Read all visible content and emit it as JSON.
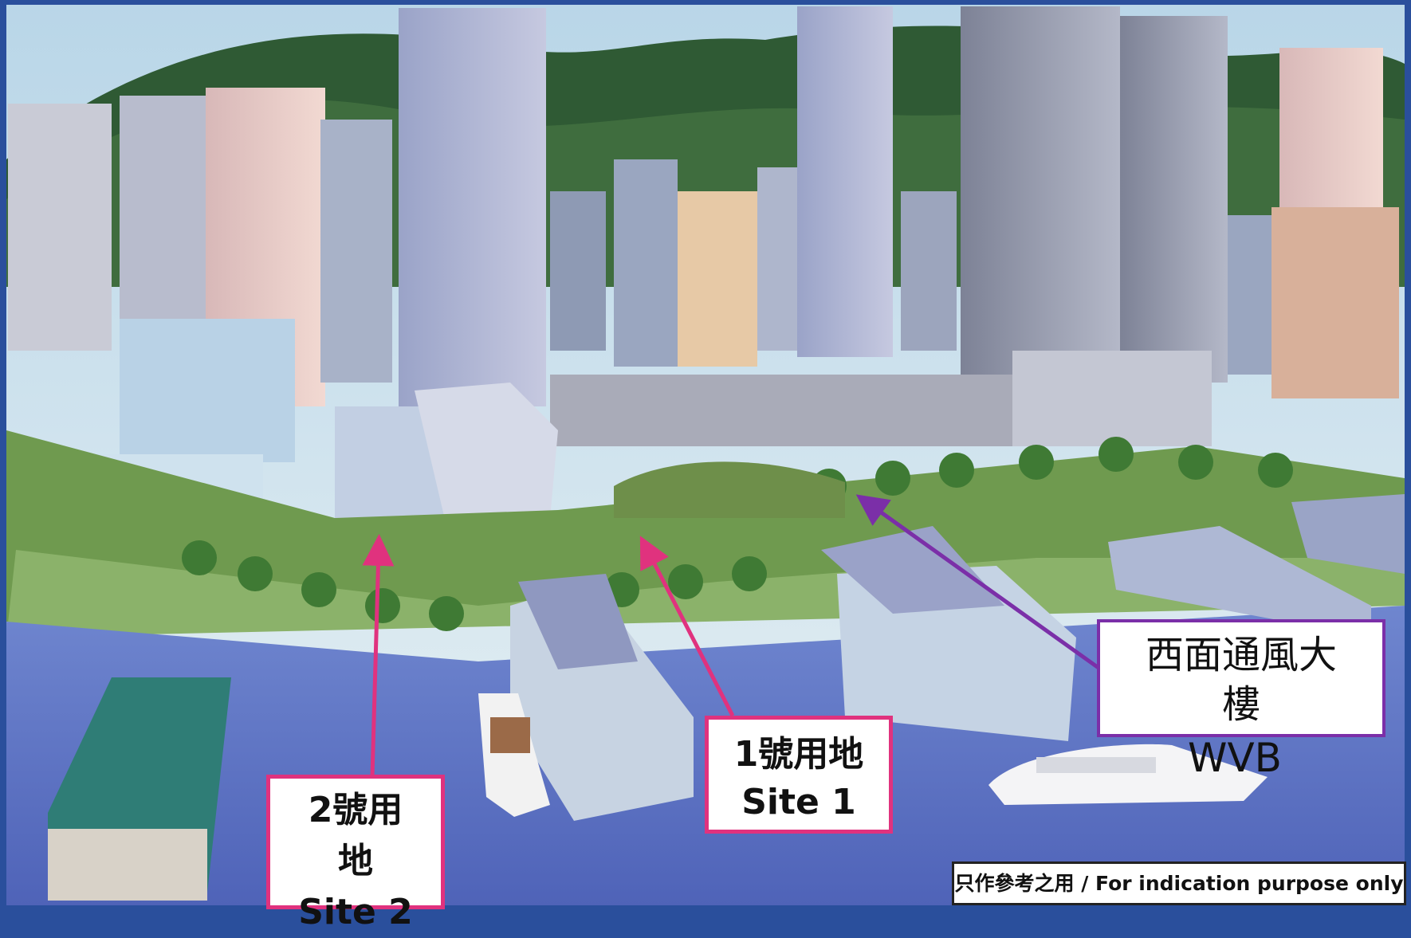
{
  "labels": {
    "site2_line1": "2號用",
    "site2_line2": "地",
    "site2_line3": "Site 2",
    "site1_line1": "1號用地",
    "site1_line2": "Site 1",
    "wvb_line1": "西面通風大",
    "wvb_line2": "樓",
    "wvb_en": "WVB"
  },
  "disclaimer": "只作參考之用 / For indication purpose only",
  "colors": {
    "site_marker": "#e0327e",
    "wvb_marker": "#7b2fa8",
    "water": "#5f77c8",
    "frame": "#2a4f9c"
  }
}
